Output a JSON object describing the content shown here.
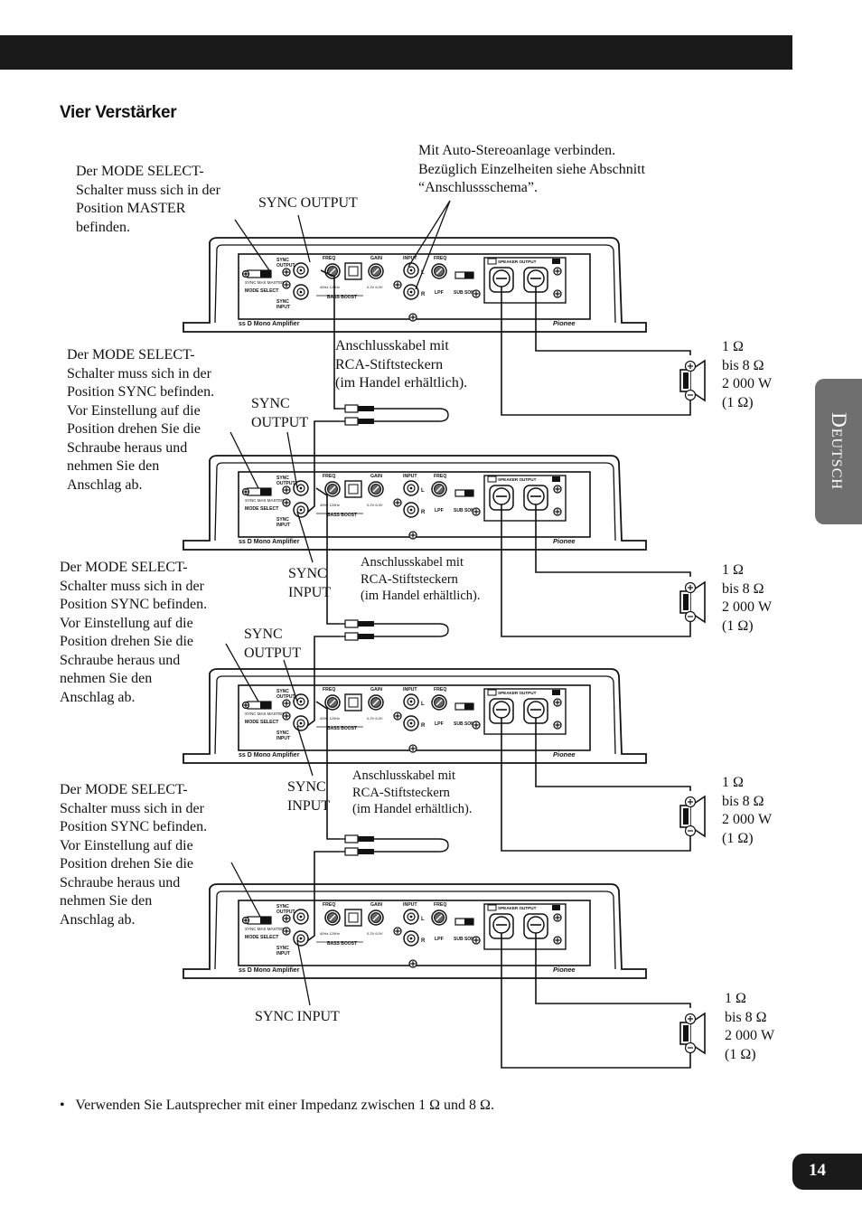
{
  "heading": "Vier Verstärker",
  "lang_tab": "Deutsch",
  "page_number": "14",
  "labels": {
    "mode_master": "Der MODE SELECT-\nSchalter muss sich in der\nPosition MASTER\nbefinden.",
    "stereo": "Mit Auto-Stereoanlage verbinden.\nBezüglich Einzelheiten siehe Abschnitt\n“Anschlussschema”.",
    "sync_output_1": "SYNC OUTPUT",
    "mode_sync_2": "Der MODE SELECT-\nSchalter muss sich in der\nPosition SYNC befinden.\nVor Einstellung auf die\nPosition drehen Sie die\nSchraube heraus und\nnehmen Sie den\nAnschlag ab.",
    "sync_output_2": "SYNC\nOUTPUT",
    "cable_1": "Anschlusskabel mit\nRCA-Stiftsteckern\n(im Handel erhältlich).",
    "mode_sync_3": "Der MODE SELECT-\nSchalter muss sich in der\nPosition SYNC befinden.\nVor Einstellung auf die\nPosition drehen Sie die\nSchraube heraus und\nnehmen Sie den\nAnschlag ab.",
    "sync_input_2": "SYNC\nINPUT",
    "cable_2": "Anschlusskabel mit\nRCA-Stiftsteckern\n(im Handel erhältlich).",
    "sync_output_3": "SYNC\nOUTPUT",
    "mode_sync_4": "Der MODE SELECT-\nSchalter muss sich in der\nPosition SYNC befinden.\nVor Einstellung auf die\nPosition drehen Sie die\nSchraube heraus und\nnehmen Sie den\nAnschlag ab.",
    "sync_input_3": "SYNC\nINPUT",
    "cable_3": "Anschlusskabel mit\nRCA-Stiftsteckern\n(im Handel erhältlich).",
    "sync_input_4": "SYNC INPUT"
  },
  "speaker_spec": "1 Ω\nbis 8 Ω\n2 000 W\n(1 Ω)",
  "amp_text": {
    "sync_output": "SYNC\nOUTPUT",
    "sync_input": "SYNC\nINPUT",
    "mode_select": "MODE SELECT",
    "mode_opts": "SYNC MAS MASTER",
    "freq": "FREQ",
    "gain": "GAIN",
    "input": "INPUT",
    "bass_boost": "BASS BOOST",
    "lpf": "LPF",
    "sub_sonic": "SUB SONIC",
    "speaker_output": "SPEAKER OUTPUT",
    "model": "ss  D Mono Amplifier",
    "brand": "Pionee",
    "l": "L",
    "r": "R",
    "v1": "0.2V",
    "v2": "6.0V"
  },
  "bullet": "•   Verwenden Sie Lautsprecher mit einer Impedanz zwischen 1 Ω und 8 Ω."
}
